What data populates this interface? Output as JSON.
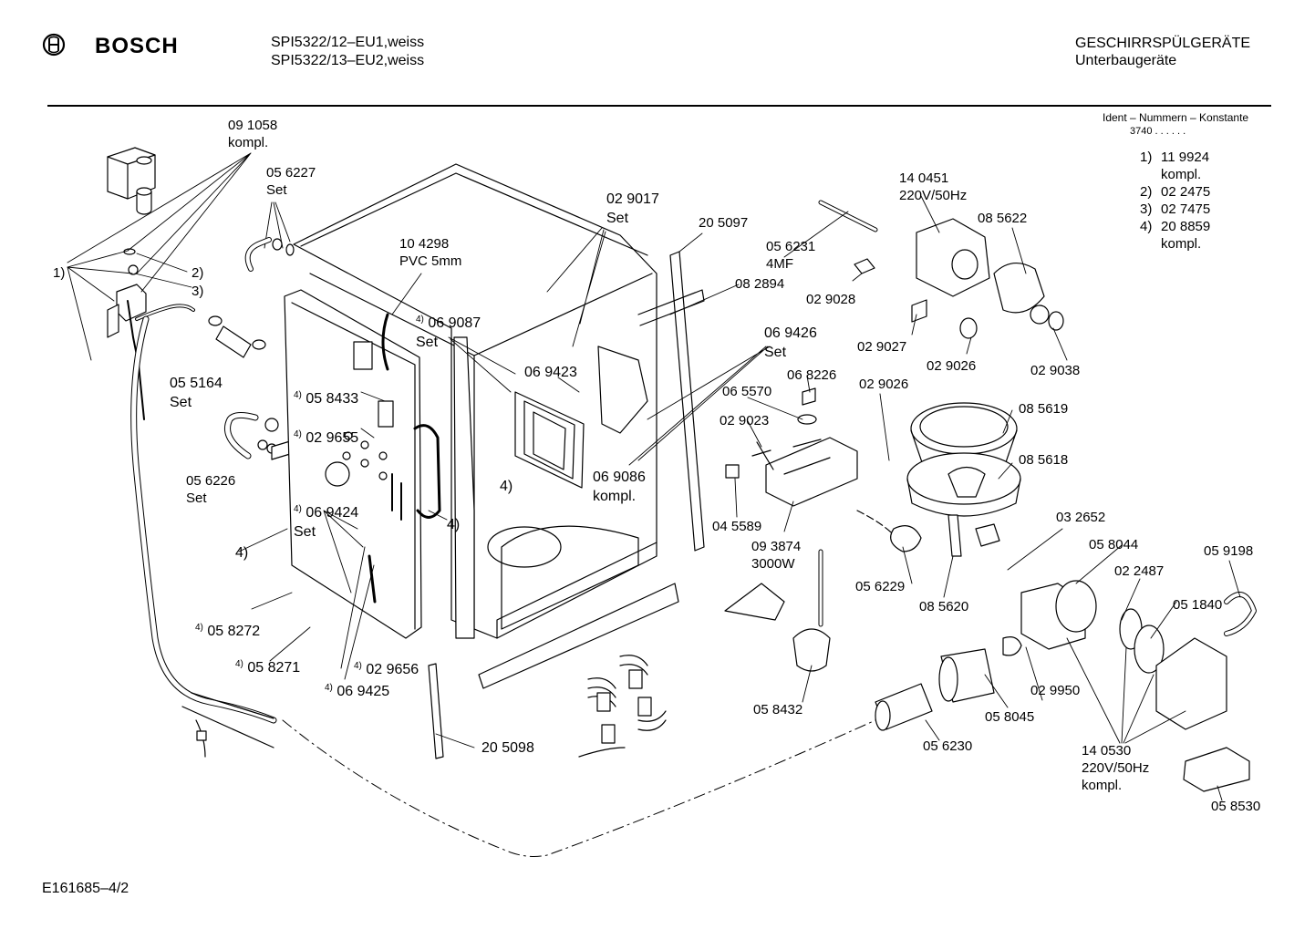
{
  "header": {
    "brand": "BOSCH",
    "models": [
      "SPI5322/12–EU1,weiss",
      "SPI5322/13–EU2,weiss"
    ],
    "category": "GESCHIRRSPÜLGERÄTE",
    "subcategory": "Unterbaugeräte"
  },
  "ident": {
    "title": "Ident – Nummern – Konstante",
    "value": "3740 . .  . . . .",
    "items": [
      {
        "key": "1)",
        "lines": [
          "11 9924",
          "kompl."
        ]
      },
      {
        "key": "2)",
        "lines": [
          "02 2475"
        ]
      },
      {
        "key": "3)",
        "lines": [
          "02 7475"
        ]
      },
      {
        "key": "4)",
        "lines": [
          "20 8859",
          "kompl."
        ]
      }
    ]
  },
  "footer": {
    "doc_id": "E161685–4/2"
  },
  "parts": [
    {
      "id": "p091058",
      "lines": [
        "09 1058",
        "kompl."
      ]
    },
    {
      "id": "p056227",
      "lines": [
        "05 6227",
        "Set"
      ]
    },
    {
      "id": "p1a",
      "lines": [
        "1)"
      ]
    },
    {
      "id": "p2a",
      "lines": [
        "2)"
      ]
    },
    {
      "id": "p3a",
      "lines": [
        "3)"
      ]
    },
    {
      "id": "p104298",
      "lines": [
        "10 4298",
        "PVC 5mm"
      ]
    },
    {
      "id": "p055164",
      "lines": [
        "05 5164",
        "Set"
      ]
    },
    {
      "id": "p058433",
      "sup": "4)",
      "lines": [
        "05 8433"
      ]
    },
    {
      "id": "p029655",
      "sup": "4)",
      "lines": [
        "02 9655"
      ]
    },
    {
      "id": "p056226",
      "lines": [
        "05 6226",
        "Set"
      ]
    },
    {
      "id": "p069424",
      "sup": "4)",
      "lines": [
        "06 9424",
        "Set"
      ]
    },
    {
      "id": "p4left",
      "lines": [
        "4)"
      ]
    },
    {
      "id": "p058272",
      "sup": "4)",
      "lines": [
        "05 8272"
      ]
    },
    {
      "id": "p058271",
      "sup": "4)",
      "lines": [
        "05 8271"
      ]
    },
    {
      "id": "p029656",
      "sup": "4)",
      "lines": [
        "02 9656"
      ]
    },
    {
      "id": "p069425",
      "sup": "4)",
      "lines": [
        "06 9425"
      ]
    },
    {
      "id": "p069087",
      "sup": "4)",
      "lines": [
        "06 9087",
        "Set"
      ]
    },
    {
      "id": "p029017",
      "lines": [
        "02 9017",
        "Set"
      ]
    },
    {
      "id": "p205097",
      "lines": [
        "20 5097"
      ]
    },
    {
      "id": "p082894",
      "lines": [
        "08 2894"
      ]
    },
    {
      "id": "p069423",
      "lines": [
        "06 9423"
      ]
    },
    {
      "id": "p4mid",
      "lines": [
        "4)"
      ]
    },
    {
      "id": "p4mid2",
      "lines": [
        "4)"
      ]
    },
    {
      "id": "p069086",
      "lines": [
        "06 9086",
        "kompl."
      ]
    },
    {
      "id": "p069426",
      "lines": [
        "06 9426",
        "Set"
      ]
    },
    {
      "id": "p205098",
      "lines": [
        "20 5098"
      ]
    },
    {
      "id": "p056231",
      "lines": [
        "05 6231",
        "4MF"
      ]
    },
    {
      "id": "p029028",
      "lines": [
        "02 9028"
      ]
    },
    {
      "id": "p140451",
      "lines": [
        "14 0451",
        "220V/50Hz"
      ]
    },
    {
      "id": "p085622",
      "lines": [
        "08 5622"
      ]
    },
    {
      "id": "p029027",
      "lines": [
        "02 9027"
      ]
    },
    {
      "id": "p029026a",
      "lines": [
        "02 9026"
      ]
    },
    {
      "id": "p029038",
      "lines": [
        "02 9038"
      ]
    },
    {
      "id": "p068226",
      "lines": [
        "06 8226"
      ]
    },
    {
      "id": "p065570",
      "lines": [
        "06 5570"
      ]
    },
    {
      "id": "p029026b",
      "lines": [
        "02 9026"
      ]
    },
    {
      "id": "p029023",
      "lines": [
        "02 9023"
      ]
    },
    {
      "id": "p085619",
      "lines": [
        "08 5619"
      ]
    },
    {
      "id": "p085618",
      "lines": [
        "08 5618"
      ]
    },
    {
      "id": "p045589",
      "lines": [
        "04 5589"
      ]
    },
    {
      "id": "p093874",
      "lines": [
        "09 3874",
        "3000W"
      ]
    },
    {
      "id": "p032652",
      "lines": [
        "03 2652"
      ]
    },
    {
      "id": "p058044",
      "lines": [
        "05 8044"
      ]
    },
    {
      "id": "p059198",
      "lines": [
        "05 9198"
      ]
    },
    {
      "id": "p056229",
      "lines": [
        "05 6229"
      ]
    },
    {
      "id": "p085620",
      "lines": [
        "08 5620"
      ]
    },
    {
      "id": "p022487",
      "lines": [
        "02 2487"
      ]
    },
    {
      "id": "p051840",
      "lines": [
        "05 1840"
      ]
    },
    {
      "id": "p058432",
      "lines": [
        "05 8432"
      ]
    },
    {
      "id": "p029950",
      "lines": [
        "02 9950"
      ]
    },
    {
      "id": "p058045",
      "lines": [
        "05 8045"
      ]
    },
    {
      "id": "p056230",
      "lines": [
        "05 6230"
      ]
    },
    {
      "id": "p140530",
      "lines": [
        "14 0530",
        "220V/50Hz",
        "kompl."
      ]
    },
    {
      "id": "p058530",
      "lines": [
        "05 8530"
      ]
    }
  ]
}
